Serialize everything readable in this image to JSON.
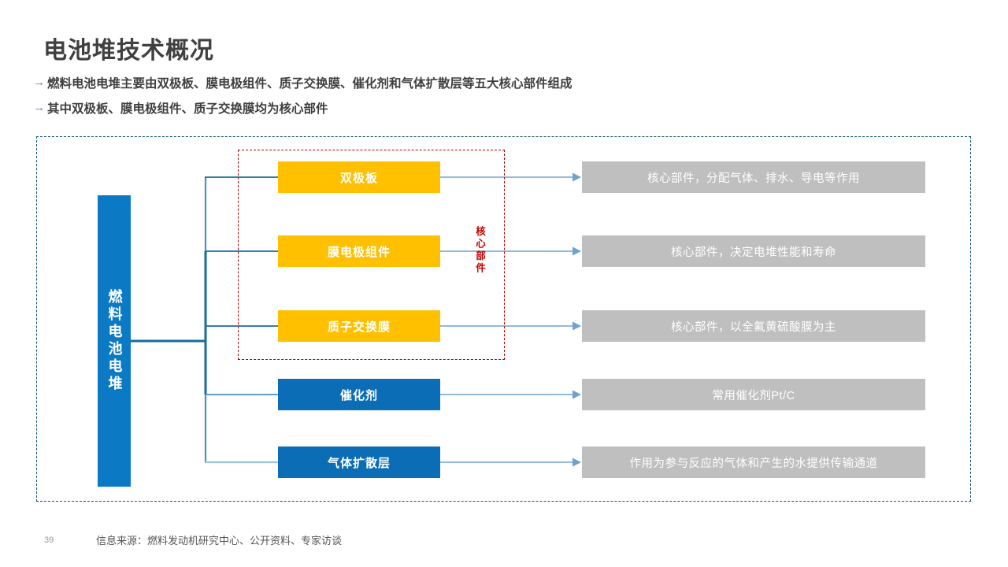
{
  "header": {
    "title": "电池堆技术概况",
    "bullets": [
      {
        "marker": "→",
        "text": "燃料电池电堆主要由双极板、膜电极组件、质子交换膜、催化剂和气体扩散层等五大核心部件组成"
      },
      {
        "marker": "→",
        "text": "其中双极板、膜电极组件、质子交换膜均为核心部件"
      }
    ]
  },
  "diagram": {
    "root": {
      "label": "燃料电池电堆"
    },
    "core_group": {
      "label": "核心部件"
    },
    "rows": [
      {
        "component": "双极板",
        "description": "核心部件，分配气体、排水、导电等作用",
        "color": "#FFC000",
        "core": true
      },
      {
        "component": "膜电极组件",
        "description": "核心部件，决定电堆性能和寿命",
        "color": "#FFC000",
        "core": true
      },
      {
        "component": "质子交换膜",
        "description": "核心部件，以全氟黄硫酸膜为主",
        "color": "#FFC000",
        "core": true
      },
      {
        "component": "催化剂",
        "description": "常用催化剂Pt/C",
        "color": "#0B6DB5",
        "core": false
      },
      {
        "component": "气体扩散层",
        "description": "作用为参与反应的气体和产生的水提供传输通道",
        "color": "#0B6DB5",
        "core": false
      }
    ]
  },
  "footer": {
    "page_number": "39",
    "source": "信息来源：燃料发动机研究中心、公开资料、专家访谈"
  },
  "colors": {
    "accent_blue": "#0B79C3",
    "component_yellow": "#FFC000",
    "component_blue": "#0B6DB5",
    "description_gray": "#BFBFBF",
    "core_red": "#C00000",
    "frame_teal": "#14556F",
    "connector_blue": "#7FA9D0",
    "title_gray": "#404040"
  }
}
